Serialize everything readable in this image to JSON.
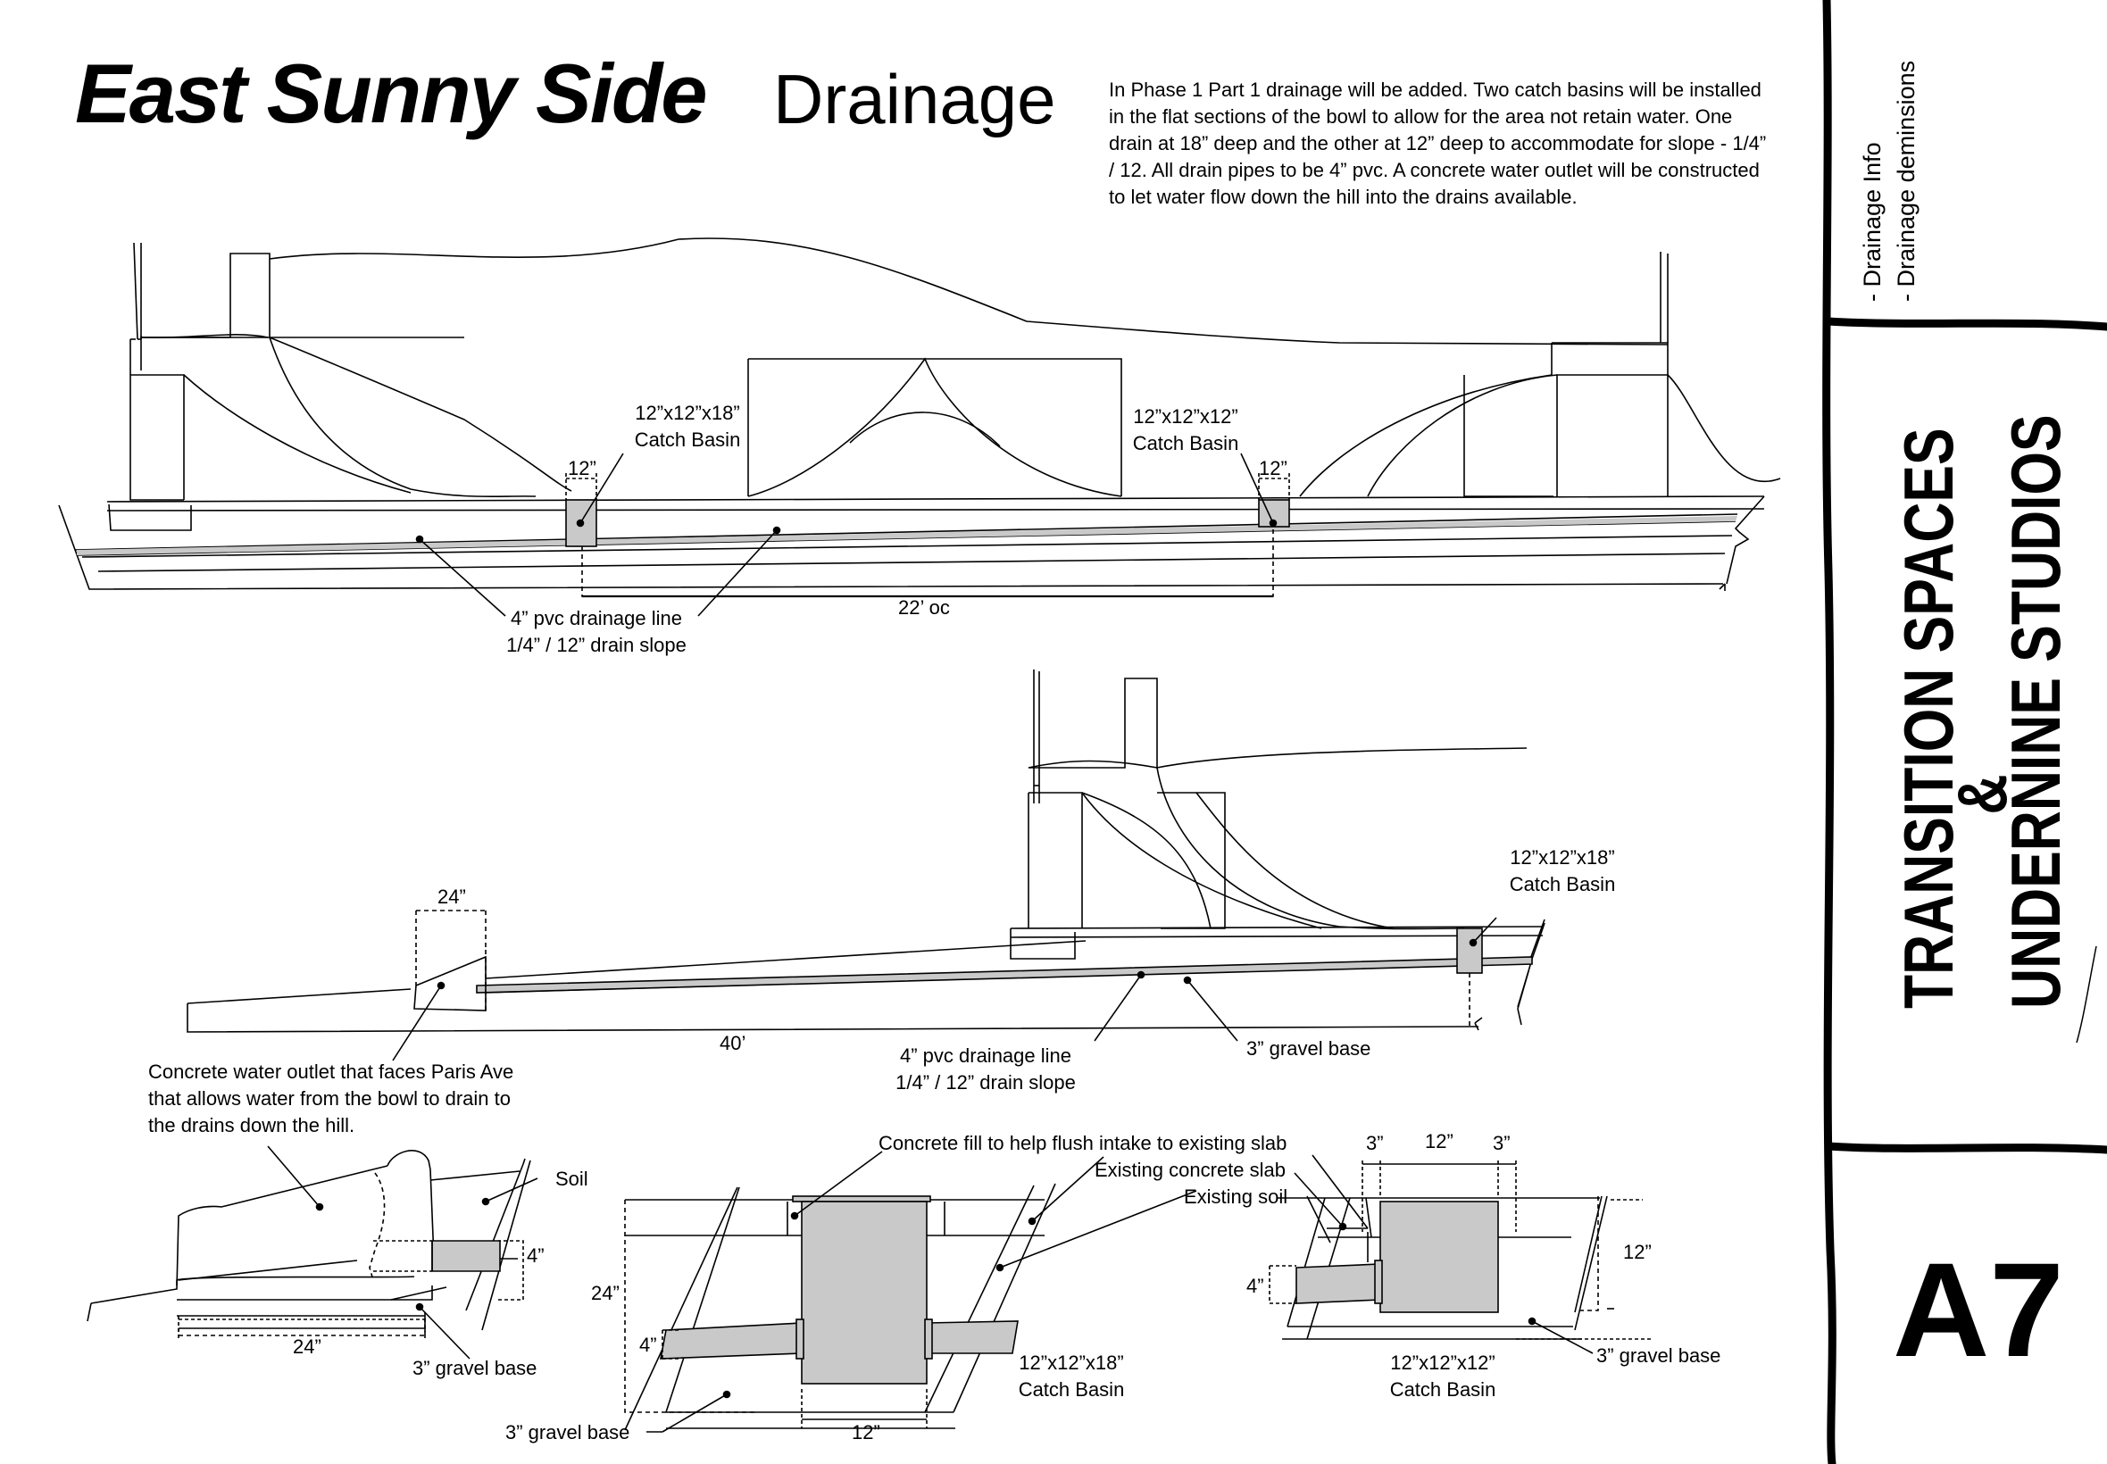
{
  "title": "East Sunny Side",
  "subtitle": "Drainage",
  "description": "In Phase 1 Part 1 drainage will be added. Two catch basins will be installed in the flat sections of the bowl to allow for the area not retain water. One drain at 18” deep and the other at 12” deep to accommodate for slope - 1/4” / 12. All drain pipes to be 4” pvc. A concrete water outlet will be constructed to let water flow down the hill into the drains available.",
  "sidebar": {
    "notes": [
      "- Drainage Info",
      "- Drainage deminsions"
    ],
    "brand_line1": "TRANSITION SPACES",
    "brand_amp": "&",
    "brand_line2": "UNDERNINE STUDIOS",
    "sheet_number": "A7"
  },
  "section_top": {
    "basin_left_size": "12”x12”x18”",
    "basin_left_name": "Catch Basin",
    "basin_right_size": "12”x12”x12”",
    "basin_right_name": "Catch Basin",
    "dim_left_width": "12”",
    "dim_right_width": "12”",
    "spacing": "22’ oc",
    "pipe_line1": "4” pvc drainage line",
    "pipe_line2": "1/4” / 12” drain slope"
  },
  "section_mid": {
    "outlet_width": "24”",
    "basin_size": "12”x12”x18”",
    "basin_name": "Catch Basin",
    "run_length": "40’",
    "pipe_line1": "4” pvc drainage line",
    "pipe_line2": "1/4” / 12” drain slope",
    "gravel": "3” gravel base",
    "outlet_note": "Concrete water outlet that faces Paris Ave that allows water from the bowl to drain to the drains down the hill."
  },
  "detail_outlet": {
    "soil": "Soil",
    "pipe_dim": "4”",
    "width": "24”",
    "gravel": "3” gravel base"
  },
  "detail_basin18": {
    "concrete_fill": "Concrete fill to help flush intake to existing slab",
    "depth": "24”",
    "pipe_dim": "4”",
    "width": "12”",
    "gravel": "3” gravel base",
    "size": "12”x12”x18”",
    "name": "Catch Basin"
  },
  "detail_basin12": {
    "existing_slab": "Existing concrete slab",
    "existing_soil": "Existing soil",
    "dim_left": "3”",
    "dim_mid": "12”",
    "dim_right": "3”",
    "depth": "12”",
    "pipe_dim": "4”",
    "gravel": "3” gravel base",
    "size": "12”x12”x12”",
    "name": "Catch Basin"
  }
}
